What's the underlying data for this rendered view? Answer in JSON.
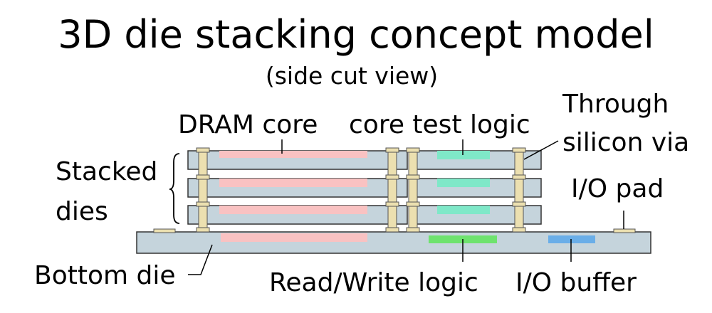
{
  "title": "3D die stacking concept model",
  "subtitle": "(side cut view)",
  "labels": {
    "dram_core": "DRAM core",
    "core_test_logic": "core test logic",
    "tsv_line1": "Through",
    "tsv_line2": "silicon via",
    "stacked_dies_line1": "Stacked",
    "stacked_dies_line2": "dies",
    "io_pad": "I/O pad",
    "bottom_die": "Bottom die",
    "read_write_logic": "Read/Write logic",
    "io_buffer": "I/O buffer"
  },
  "colors": {
    "die_fill": "#c5d4dc",
    "die_stroke": "#333333",
    "dram_core": "#f9c2c2",
    "core_test_logic": "#7fe8c8",
    "read_write_logic": "#6ee36e",
    "io_buffer": "#6aaee8",
    "tsv_fill": "#ece0b0",
    "tsv_stroke": "#555555"
  }
}
